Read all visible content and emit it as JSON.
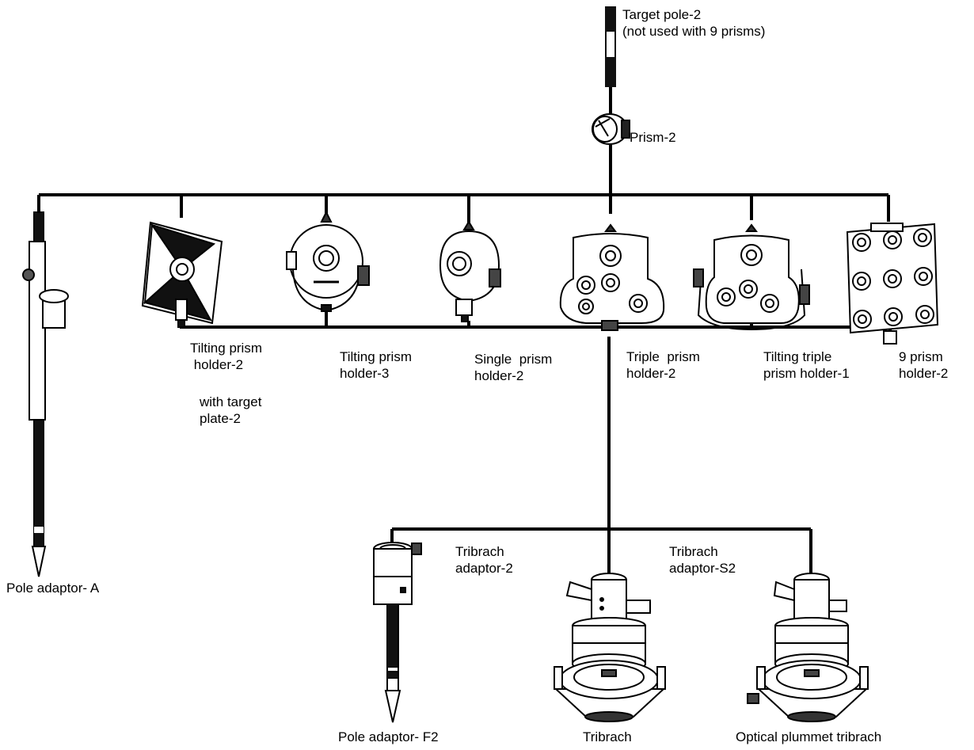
{
  "labels": {
    "target_pole_2": {
      "line1": "Target pole-2",
      "line2": "(not used with 9 prisms)"
    },
    "prism_2": "Prism-2",
    "tilting_prism_holder_2": {
      "line1": "Tilting prism",
      "line2": " holder-2"
    },
    "with_target_plate_2": {
      "line1": "with target",
      "line2": "plate-2"
    },
    "tilting_prism_holder_3": {
      "line1": "Tilting prism",
      "line2": "holder-3"
    },
    "single_prism_holder_2": {
      "line1": "Single  prism",
      "line2": "holder-2"
    },
    "triple_prism_holder_2": {
      "line1": "Triple  prism",
      "line2": "holder-2"
    },
    "tilting_triple_prism_holder_1": {
      "line1": "Tilting triple",
      "line2": "prism holder-1"
    },
    "nine_prism_holder_2": {
      "line1": "9 prism",
      "line2": "holder-2"
    },
    "pole_adaptor_a": "Pole adaptor- A",
    "tribrach_adaptor_2": {
      "line1": "Tribrach",
      "line2": "adaptor-2"
    },
    "tribrach_adaptor_s2": {
      "line1": "Tribrach",
      "line2": "adaptor-S2"
    },
    "pole_adaptor_f2": "Pole adaptor- F2",
    "tribrach": "Tribrach",
    "optical_plummet_tribrach": "Optical plummet tribrach"
  }
}
